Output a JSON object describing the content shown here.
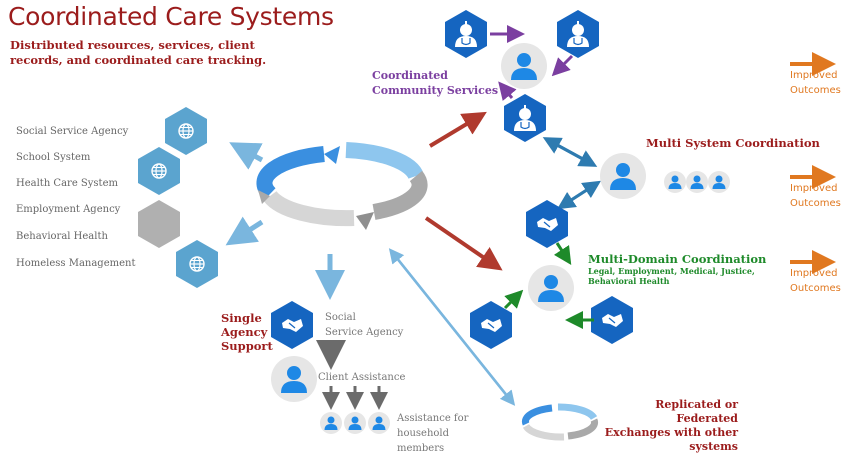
{
  "title": "Coordinated Care Systems",
  "subtitle": "Distributed resources, services, client records, and coordinated care tracking.",
  "agencies": [
    "Social Service Agency",
    "School System",
    "Health Care System",
    "Employment Agency",
    "Behavioral Health",
    "Homeless Management"
  ],
  "coordinated_services": {
    "line1": "Coordinated",
    "line2": "Community Services"
  },
  "multi_system": "Multi System Coordination",
  "multi_domain": {
    "title": "Multi-Domain Coordination",
    "line1": "Legal, Employment, Medical, Justice,",
    "line2": "Behavioral Health"
  },
  "outcomes": [
    {
      "line1": "Improved",
      "line2": "Outcomes"
    },
    {
      "line1": "Improved",
      "line2": "Outcomes"
    },
    {
      "line1": "Improved",
      "line2": "Outcomes"
    }
  ],
  "single_agency": {
    "line1": "Single",
    "line2": "Agency",
    "line3": "Support"
  },
  "social_service": {
    "line1": "Social",
    "line2": "Service Agency"
  },
  "client_assistance": "Client Assistance",
  "household": {
    "line1": "Assistance for",
    "line2": "household",
    "line3": "members"
  },
  "replicated": {
    "line1": "Replicated or Federated",
    "line2": "Exchanges with other",
    "line3": "systems"
  },
  "colors": {
    "hex_blue": "#1565c0",
    "hex_light": "#5ba4cf",
    "person": "#1e88e5",
    "red_arrow": "#b03a2e",
    "purple_arrow": "#7b3fa0",
    "teal_arrow": "#2e7bb0",
    "green_arrow": "#1e8a2a",
    "orange_arrow": "#e07820"
  }
}
